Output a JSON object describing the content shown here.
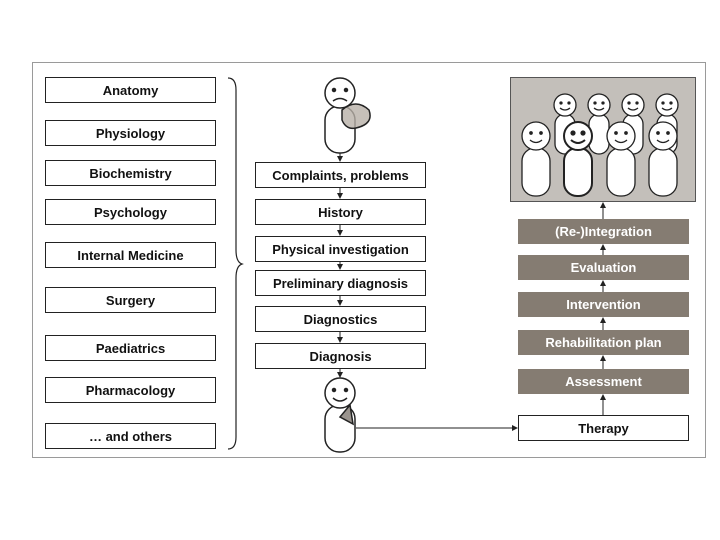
{
  "disciplines": [
    "Anatomy",
    "Physiology",
    "Biochemistry",
    "Psychology",
    "Internal Medicine",
    "Surgery",
    "Paediatrics",
    "Pharmacology",
    "… and others"
  ],
  "diagnostic_steps": [
    "Complaints, problems",
    "History",
    "Physical investigation",
    "Preliminary diagnosis",
    "Diagnostics",
    "Diagnosis"
  ],
  "rehab_steps": [
    "(Re-)Integration",
    "Evaluation",
    "Intervention",
    "Rehabilitation plan",
    "Assessment"
  ],
  "therapy": "Therapy",
  "colors": {
    "step_fill": "#857c72",
    "crowd_bg": "#c3bfba"
  },
  "icons": {
    "sad_patient": "sad-patient-icon",
    "happy_patient": "happy-patient-icon",
    "community": "community-people-icon"
  }
}
